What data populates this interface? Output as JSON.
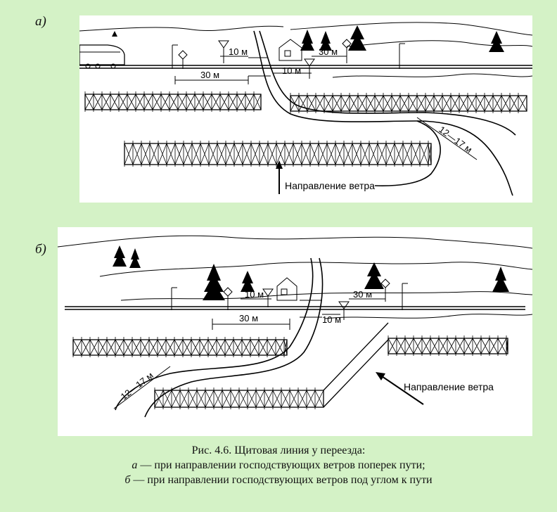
{
  "panels": [
    {
      "label": "а)",
      "dims": [
        "10 м",
        "30 м",
        "30 м",
        "10 м",
        "12—17 м"
      ],
      "wind_label": "Направление ветра"
    },
    {
      "label": "б)",
      "dims": [
        "10 м",
        "30 м",
        "30 м",
        "10 м",
        "12—17 м"
      ],
      "wind_label": "Направление ветра"
    }
  ],
  "caption": {
    "title": "Рис. 4.6. Щитовая линия у переезда:",
    "line_a_letter": "а",
    "line_a_text": " — при направлении господствующих ветров поперек пути;",
    "line_b_letter": "б",
    "line_b_text": " — при направлении господствующих ветров под углом к пути"
  },
  "colors": {
    "background": "#d4f2c6",
    "panel": "#ffffff",
    "ink": "#000000"
  }
}
